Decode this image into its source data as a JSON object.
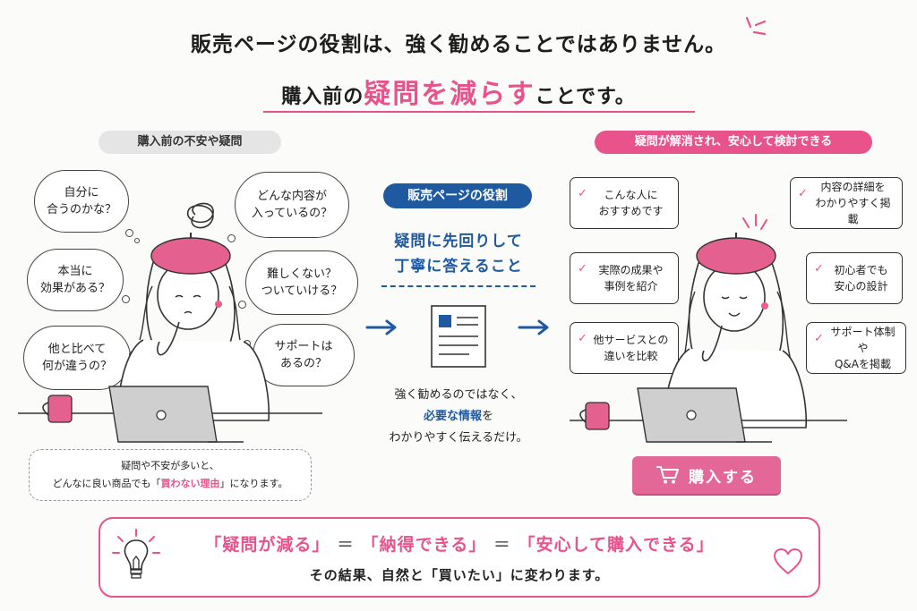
{
  "title": {
    "line1": "販売ページの役割は、強く勧めることではありません。",
    "line2_prefix": "購入前の",
    "line2_highlight": "疑問を減らす",
    "line2_suffix": "ことです。"
  },
  "left": {
    "header": "購入前の不安や疑問",
    "thoughts": [
      "自分に\n合うのかな？",
      "本当に\n効果がある？",
      "他と比べて\n何が違うの？",
      "どんな内容が\n入っているの？",
      "難しくない？\nついていける？",
      "サポートは\nあるの？"
    ],
    "note_line1": "疑問や不安が多いと、",
    "note_line2_prefix": "どんなに良い商品でも「",
    "note_line2_highlight": "買わない理由",
    "note_line2_suffix": "」になります。"
  },
  "center": {
    "header": "販売ページの役割",
    "main_line1": "疑問に先回りして",
    "main_line2": "丁寧に答えること",
    "body_line1": "強く勧めるのではなく、",
    "body_line2_highlight": "必要な情報",
    "body_line2_suffix": "を",
    "body_line3": "わかりやすく伝えるだけ。"
  },
  "right": {
    "header": "疑問が解消され、安心して検討できる",
    "items": [
      "こんな人に\nおすすめです",
      "実際の成果や\n事例を紹介",
      "他サービスとの\n違いを比較",
      "内容の詳細を\nわかりやすく掲載",
      "初心者でも\n安心の設計",
      "サポート体制や\nQ&Aを掲載"
    ],
    "buy_label": "購入する"
  },
  "banner": {
    "phrase1": "「疑問が減る」",
    "phrase2": "「納得できる」",
    "phrase3": "「安心して購入できる」",
    "equals": "＝",
    "line2": "その結果、自然と「買いたい」に変わります。"
  },
  "colors": {
    "accent_pink": "#e9538c",
    "accent_blue": "#1f5aa0",
    "neutral_pill": "#e5e5e5"
  },
  "icons": [
    "sparkle-icon",
    "check-icon",
    "arrow-right-icon",
    "document-icon",
    "cart-icon",
    "lightbulb-icon",
    "heart-icon",
    "laptop-icon",
    "mug-icon"
  ]
}
